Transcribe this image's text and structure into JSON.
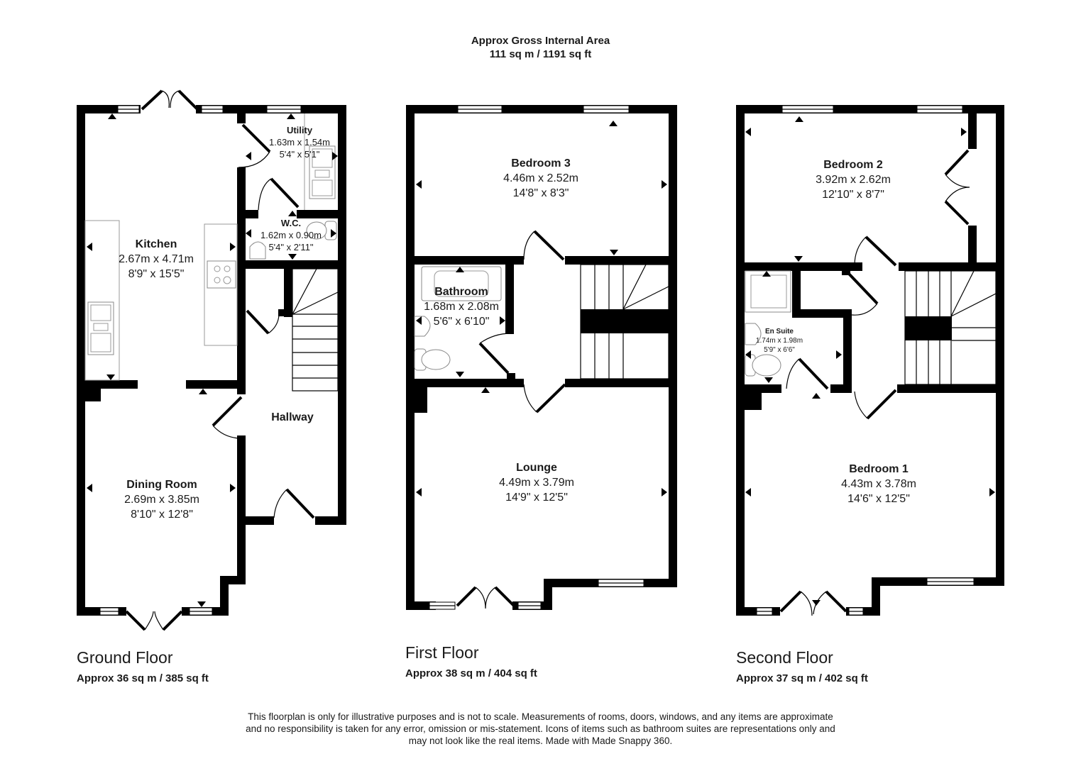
{
  "header": {
    "title": "Approx Gross Internal Area",
    "total_area": "111 sq m / 1191 sq ft"
  },
  "floors": [
    {
      "title": "Ground Floor",
      "area": "Approx 36 sq m / 385 sq ft",
      "rooms": [
        {
          "name": "Kitchen",
          "metric": "2.67m x 4.71m",
          "imperial": "8'9\" x 15'5\""
        },
        {
          "name": "Utility",
          "metric": "1.63m x 1.54m",
          "imperial": "5'4\" x 5'1\""
        },
        {
          "name": "W.C.",
          "metric": "1.62m x 0.90m",
          "imperial": "5'4\" x 2'11\""
        },
        {
          "name": "Hallway"
        },
        {
          "name": "Dining Room",
          "metric": "2.69m x 3.85m",
          "imperial": "8'10\" x 12'8\""
        }
      ]
    },
    {
      "title": "First Floor",
      "area": "Approx 38 sq m / 404 sq ft",
      "rooms": [
        {
          "name": "Bedroom 3",
          "metric": "4.46m x 2.52m",
          "imperial": "14'8\" x 8'3\""
        },
        {
          "name": "Bathroom",
          "metric": "1.68m x 2.08m",
          "imperial": "5'6\" x 6'10\""
        },
        {
          "name": "Lounge",
          "metric": "4.49m x 3.79m",
          "imperial": "14'9\" x 12'5\""
        }
      ]
    },
    {
      "title": "Second Floor",
      "area": "Approx 37 sq m / 402 sq ft",
      "rooms": [
        {
          "name": "Bedroom 2",
          "metric": "3.92m x 2.62m",
          "imperial": "12'10\" x 8'7\""
        },
        {
          "name": "En Suite",
          "metric": "1.74m x 1.98m",
          "imperial": "5'9\" x 6'6\""
        },
        {
          "name": "Bedroom 1",
          "metric": "4.43m x 3.78m",
          "imperial": "14'6\" x 12'5\""
        }
      ]
    }
  ],
  "disclaimer": {
    "line1": "This floorplan is only for illustrative purposes and is not to scale. Measurements of rooms, doors, windows, and any items are approximate",
    "line2": "and no responsibility is taken for any error, omission or mis-statement. Icons of items such as bathroom suites are representations only and",
    "line3": "may not look like the real items. Made with Made Snappy 360."
  },
  "colors": {
    "wall": "#000000",
    "background": "#ffffff",
    "fixture_outline": "#888888"
  },
  "icons": [
    "dimension-arrow-icon",
    "window-icon",
    "door-swing-icon",
    "staircase-icon",
    "sink-icon",
    "hob-icon",
    "toilet-icon",
    "bath-icon",
    "shower-tray-icon",
    "basin-icon"
  ]
}
